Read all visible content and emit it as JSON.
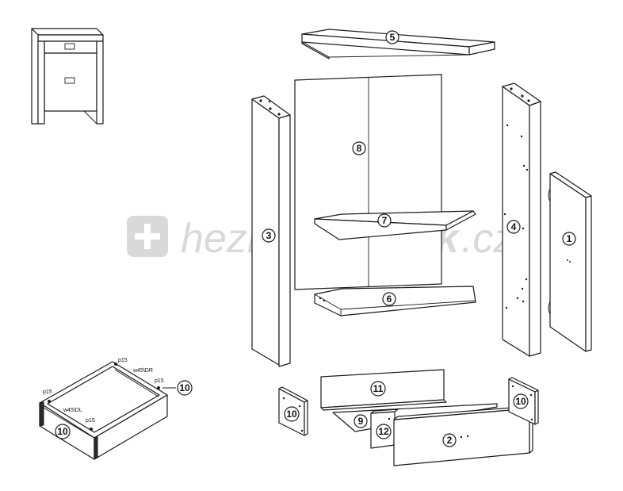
{
  "watermark": {
    "text_light": "hezky",
    "text_bold": "nabytek",
    "suffix": ".cz"
  },
  "callouts": {
    "p1": "1",
    "p2": "2",
    "p3": "3",
    "p4": "4",
    "p5": "5",
    "p6": "6",
    "p7": "7",
    "p8": "8",
    "p9": "9",
    "p10a": "10",
    "p10b": "10",
    "p10c": "10",
    "p10d": "10",
    "p11": "11",
    "p12": "12"
  },
  "drawer_labels": {
    "p15_top": "p15",
    "w45dr": "w45\\DR",
    "p15_left": "p15",
    "p15_right": "p15",
    "w45dl": "w45\\DL",
    "p15_front": "p15"
  },
  "colors": {
    "line": "#1a1a1a",
    "watermark": "#d9d9d9",
    "background": "#ffffff"
  }
}
